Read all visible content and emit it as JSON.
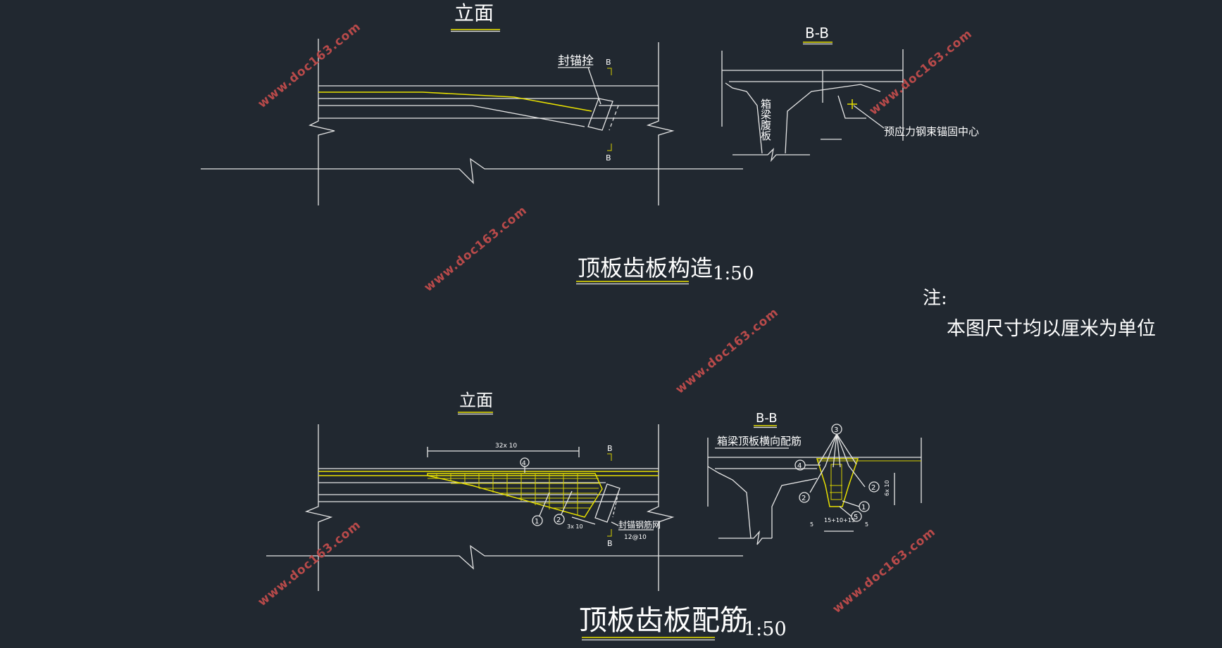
{
  "top_drawing": {
    "elevation_title": "立面",
    "section_title": "B-B",
    "anchor_seal_label": "封锚拴",
    "web_label": "箱梁腹板",
    "anchor_center_label": "预应力钢束锚固中心",
    "section_mark": "B",
    "caption": "顶板齿板构造",
    "scale": "1:50"
  },
  "bottom_drawing": {
    "elevation_title": "立面",
    "section_title": "B-B",
    "dim_top": "32x 10",
    "dim_small": "3x 10",
    "anchor_mesh_label": "封锚钢筋网",
    "anchor_mesh_spec": "12@10",
    "transverse_label": "箱梁顶板横向配筋",
    "dim_bottom": "15+10+15",
    "dim_left": "5",
    "dim_right": "5",
    "dim_vertical": "6x 10",
    "section_mark": "B",
    "markers": [
      "1",
      "2",
      "3",
      "4",
      "5"
    ],
    "caption": "顶板齿板配筋",
    "scale": "1:50"
  },
  "note": {
    "heading": "注:",
    "text": "本图尺寸均以厘米为单位"
  },
  "watermark": "www.doc163.com",
  "colors": {
    "background": "#212830",
    "lines": "#e6e6e6",
    "highlight": "#e8e000",
    "watermark": "#b84a4a"
  }
}
